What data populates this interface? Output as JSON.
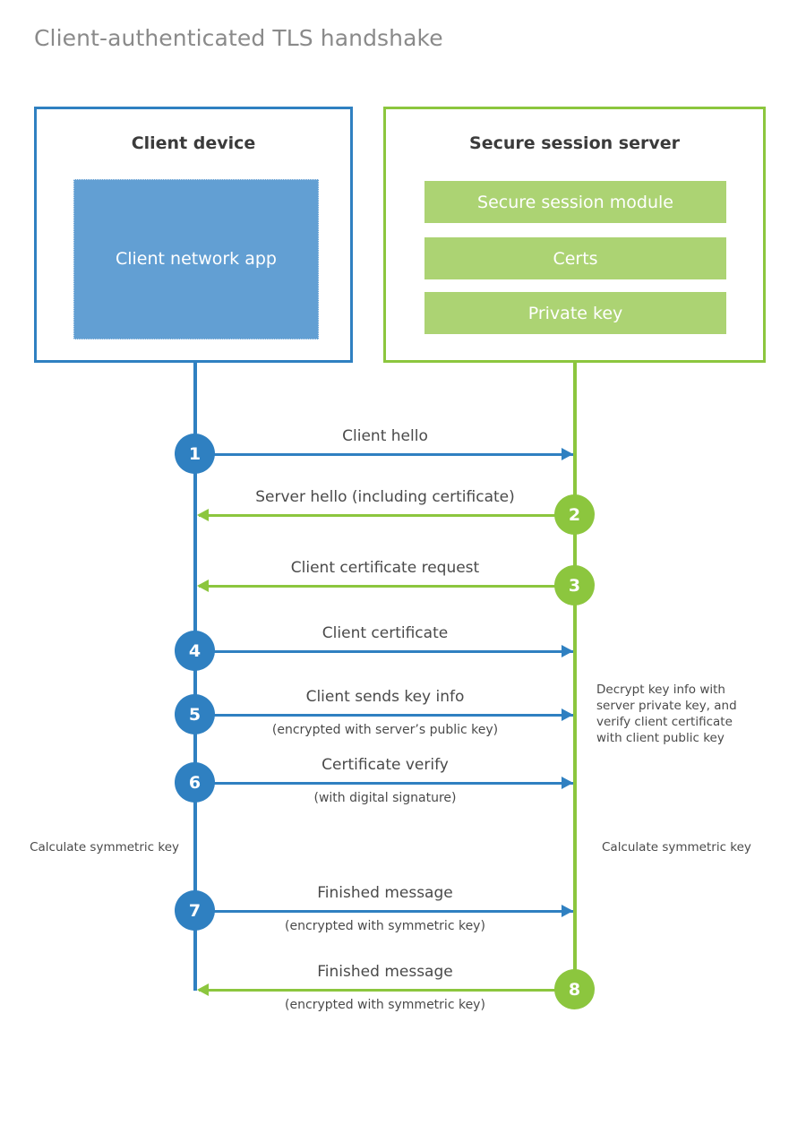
{
  "title": "Client-authenticated TLS handshake",
  "colors": {
    "blue": "#2f80c1",
    "blue_fill": "#629fd3",
    "green": "#8cc63e",
    "green_fill": "#acd373",
    "title_gray": "#8a8a8a",
    "text_gray": "#4a4a4a",
    "background": "#ffffff"
  },
  "client": {
    "title": "Client device",
    "app_label": "Client network app"
  },
  "server": {
    "title": "Secure session server",
    "bars": [
      {
        "label": "Secure session module"
      },
      {
        "label": "Certs"
      },
      {
        "label": "Private key"
      }
    ]
  },
  "messages": [
    {
      "number": "1",
      "label": "Client hello",
      "sublabel": "",
      "direction": "client-to-server",
      "color": "blue"
    },
    {
      "number": "2",
      "label": "Server hello (including certificate)",
      "sublabel": "",
      "direction": "server-to-client",
      "color": "green"
    },
    {
      "number": "3",
      "label": "Client certificate request",
      "sublabel": "",
      "direction": "server-to-client",
      "color": "green"
    },
    {
      "number": "4",
      "label": "Client certificate",
      "sublabel": "",
      "direction": "client-to-server",
      "color": "blue"
    },
    {
      "number": "5",
      "label": "Client sends key info",
      "sublabel": "(encrypted with server’s public key)",
      "direction": "client-to-server",
      "color": "blue"
    },
    {
      "number": "6",
      "label": "Certificate verify",
      "sublabel": "(with digital signature)",
      "direction": "client-to-server",
      "color": "blue"
    },
    {
      "number": "7",
      "label": "Finished message",
      "sublabel": "(encrypted with symmetric key)",
      "direction": "client-to-server",
      "color": "blue"
    },
    {
      "number": "8",
      "label": "Finished message",
      "sublabel": "(encrypted with symmetric key)",
      "direction": "server-to-client",
      "color": "green"
    }
  ],
  "notes": {
    "server_decrypt": "Decrypt key info with server private key, and verify client certificate with client public key",
    "client_symmetric": "Calculate symmetric key",
    "server_symmetric": "Calculate symmetric key"
  }
}
